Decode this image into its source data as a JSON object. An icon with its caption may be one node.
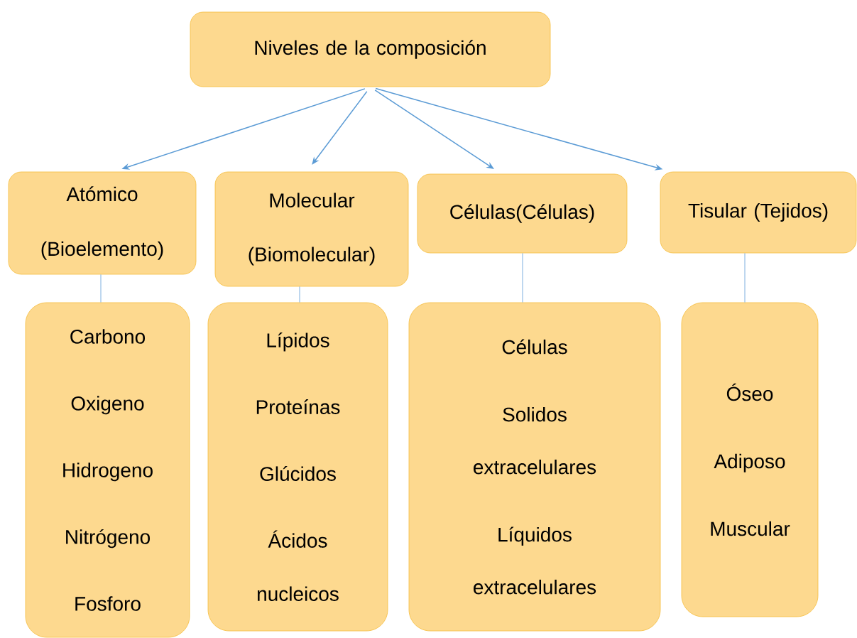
{
  "diagram": {
    "nodes": [
      {
        "text": [
          "Niveles de la composición"
        ]
      },
      {
        "text": [
          "Atómico (Bioelemento)"
        ]
      },
      {
        "text": [
          "Molecular (Biomolecular)"
        ]
      },
      {
        "text": [
          "Células(Células)"
        ]
      },
      {
        "text": [
          "Tisular (Tejidos)"
        ]
      },
      {
        "text": [
          "Carbono",
          "Oxigeno",
          "Hidrogeno",
          "Nitrógeno",
          "Fosforo"
        ]
      },
      {
        "text": [
          "Lípidos",
          "Proteínas",
          "Glúcidos",
          "Ácidos nucleicos"
        ]
      },
      {
        "text": [
          "Células",
          "Solidos extracelulares",
          "Líquidos extracelulares"
        ]
      },
      {
        "text": [
          "Óseo",
          "Adiposo",
          "Muscular"
        ]
      }
    ],
    "edges": [
      {
        "from": 0,
        "to": 1,
        "arrow": "to"
      },
      {
        "from": 0,
        "to": 2,
        "arrow": "to"
      },
      {
        "from": 0,
        "to": 3,
        "arrow": "to"
      },
      {
        "from": 0,
        "to": 4,
        "arrow": "to"
      },
      {
        "from": 1,
        "to": 5,
        "arrow": "none"
      },
      {
        "from": 2,
        "to": 6,
        "arrow": "none"
      },
      {
        "from": 3,
        "to": 7,
        "arrow": "none"
      },
      {
        "from": 4,
        "to": 8,
        "arrow": "none"
      }
    ]
  }
}
